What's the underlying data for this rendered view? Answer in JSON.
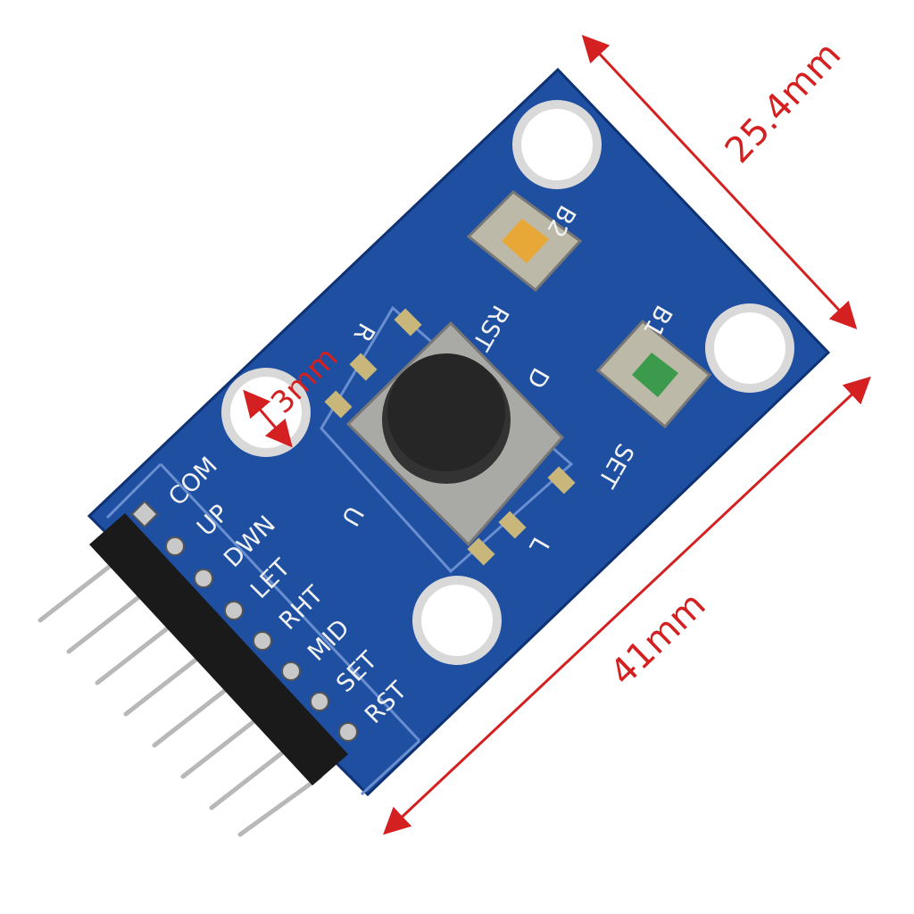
{
  "dimensions": {
    "width_label": "25.4mm",
    "length_label": "41mm",
    "hole_label": "3mm"
  },
  "board": {
    "button_labels": {
      "b2": "B2",
      "rst": "RST",
      "b1": "B1",
      "set": "SET"
    },
    "joystick_directions": {
      "right": "R",
      "down": "D",
      "up": "U",
      "left": "L"
    },
    "pin_labels": [
      "COM",
      "UP",
      "DWN",
      "LET",
      "RHT",
      "MID",
      "SET",
      "RST"
    ]
  },
  "colors": {
    "pcb": "#1f4fa0",
    "dimension": "#d42020",
    "button_rst": "#e8a838",
    "button_set": "#3c9a4c"
  }
}
